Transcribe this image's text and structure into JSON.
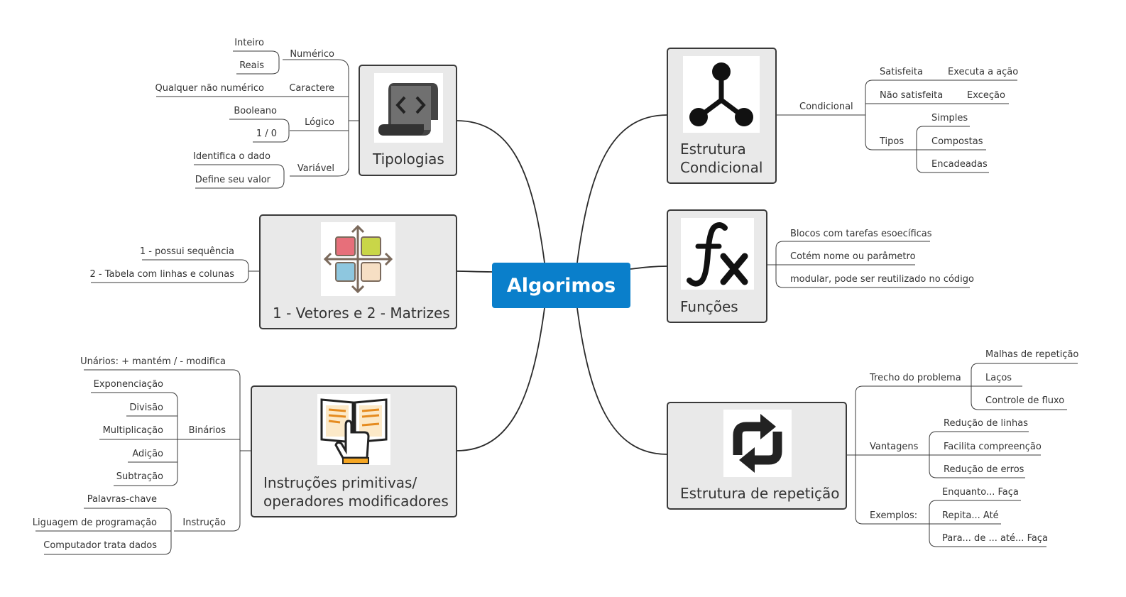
{
  "central": "Algorimos",
  "topics": {
    "tipologias": "Tipologias",
    "vetores": "1 - Vetores e 2 - Matrizes",
    "instrucoes_1": "Instruções primitivas/",
    "instrucoes_2": "operadores modificadores",
    "condicional_1": "Estrutura",
    "condicional_2": "Condicional",
    "funcoes": "Funções",
    "repeticao": "Estrutura de repetição"
  },
  "tipologias": {
    "numerico": "Numérico",
    "inteiro": "Inteiro",
    "reais": "Reais",
    "caractere": "Caractere",
    "qualquer": "Qualquer não numérico",
    "logico": "Lógico",
    "booleano": "Booleano",
    "um_zero": "1 / 0",
    "variavel": "Variável",
    "identifica": "Identifica o dado",
    "define": "Define seu valor"
  },
  "vetores": {
    "item1": "1 - possui sequência",
    "item2": "2 - Tabela com linhas e colunas"
  },
  "instrucoes": {
    "unarios": "Unários: + mantém / - modifica",
    "binarios": "Binários",
    "exponenciacao": "Exponenciação",
    "divisao": "Divisão",
    "multiplicacao": "Multiplicação",
    "adicao": "Adição",
    "subtracao": "Subtração",
    "instrucao": "Instrução",
    "palavras": "Palavras-chave",
    "linguagem": "Liguagem de programação",
    "computador": "Computador trata dados"
  },
  "condicional": {
    "condicional": "Condicional",
    "satisfeita": "Satisfeita",
    "executa": "Executa a ação",
    "nao_satisfeita": "Não satisfeita",
    "excecao": "Exceção",
    "tipos": "Tipos",
    "simples": "Simples",
    "compostas": "Compostas",
    "encadeadas": "Encadeadas"
  },
  "funcoes": {
    "blocos": "Blocos com tarefas esoecíficas",
    "cotem": "Cotém nome ou parâmetro",
    "modular": "modular, pode ser reutilizado no código"
  },
  "repeticao": {
    "trecho": "Trecho do problema",
    "malhas": "Malhas de repetição",
    "lacos": "Laços",
    "controle": "Controle de fluxo",
    "vantagens": "Vantagens",
    "reducao_linhas": "Redução de linhas",
    "facilita": "Facilita compreenção",
    "reducao_erros": "Redução de erros",
    "exemplos": "Exemplos:",
    "enquanto": "Enquanto... Faça",
    "repita": "Repita... Até",
    "para": "Para... de ... até... Faça"
  },
  "icons": {
    "tipologias": "script-code-icon",
    "vetores": "matrix-arrows-icon",
    "instrucoes": "book-hand-icon",
    "condicional": "branch-nodes-icon",
    "funcoes": "function-fx-icon",
    "repeticao": "loop-arrows-icon"
  },
  "colors": {
    "central_bg": "#0a7fcb",
    "topic_bg": "#e9e9e9",
    "line": "#2b2b2b"
  }
}
